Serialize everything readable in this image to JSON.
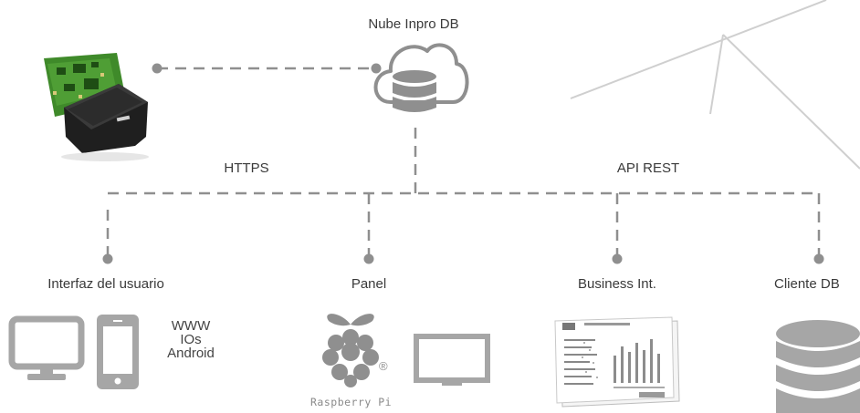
{
  "labels": {
    "cloud": "Nube Inpro DB",
    "https": "HTTPS",
    "api": "API REST",
    "user_interface": "Interfaz del usuario",
    "panel": "Panel",
    "business": "Business Int.",
    "client_db": "Cliente DB"
  },
  "platforms": [
    "WWW",
    "IOs",
    "Android"
  ],
  "raspberry": {
    "text": "Raspberry Pi",
    "registered": "®"
  },
  "colors": {
    "line": "#8f8f8f",
    "icon": "#a6a6a6",
    "pcb": "#3f8a2a",
    "device": "#2b2b2b",
    "thin_line": "#c8c8c8"
  },
  "icons": [
    "device-photo",
    "cloud-database-icon",
    "monitor-icon",
    "smartphone-icon",
    "raspberry-pi-logo",
    "tv-icon",
    "report-thumbnail",
    "database-icon"
  ]
}
